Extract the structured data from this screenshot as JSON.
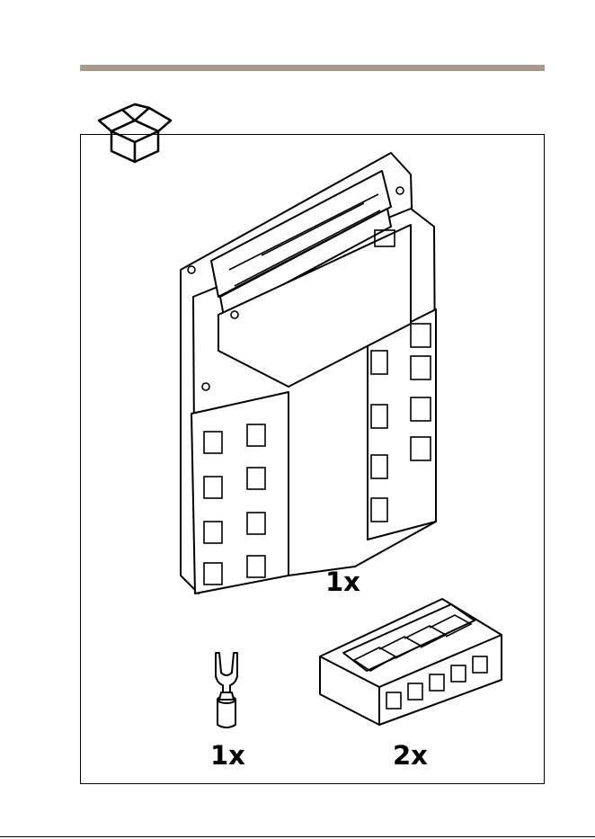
{
  "colors": {
    "accent_bar": "#a89a8c",
    "line": "#000000"
  },
  "icons": [
    "box-open-icon"
  ],
  "items": [
    {
      "name": "controller-board",
      "quantity": "1x"
    },
    {
      "name": "fork-terminal",
      "quantity": "1x"
    },
    {
      "name": "lever-connector",
      "quantity": "2x"
    }
  ]
}
